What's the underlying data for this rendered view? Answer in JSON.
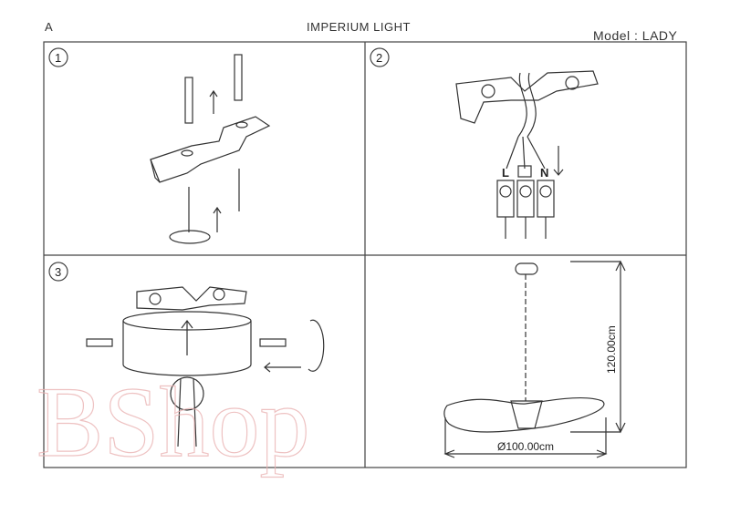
{
  "header": {
    "sheet_letter": "A",
    "brand": "IMPERIUM LIGHT",
    "model": "Model : LADY"
  },
  "steps": [
    {
      "number": "1"
    },
    {
      "number": "2",
      "wire_labels": [
        "L",
        "N"
      ]
    },
    {
      "number": "3"
    },
    {
      "number": ""
    }
  ],
  "dimensions": {
    "height": "120.00cm",
    "diameter": "Ø100.00cm"
  },
  "watermark": "BShop"
}
